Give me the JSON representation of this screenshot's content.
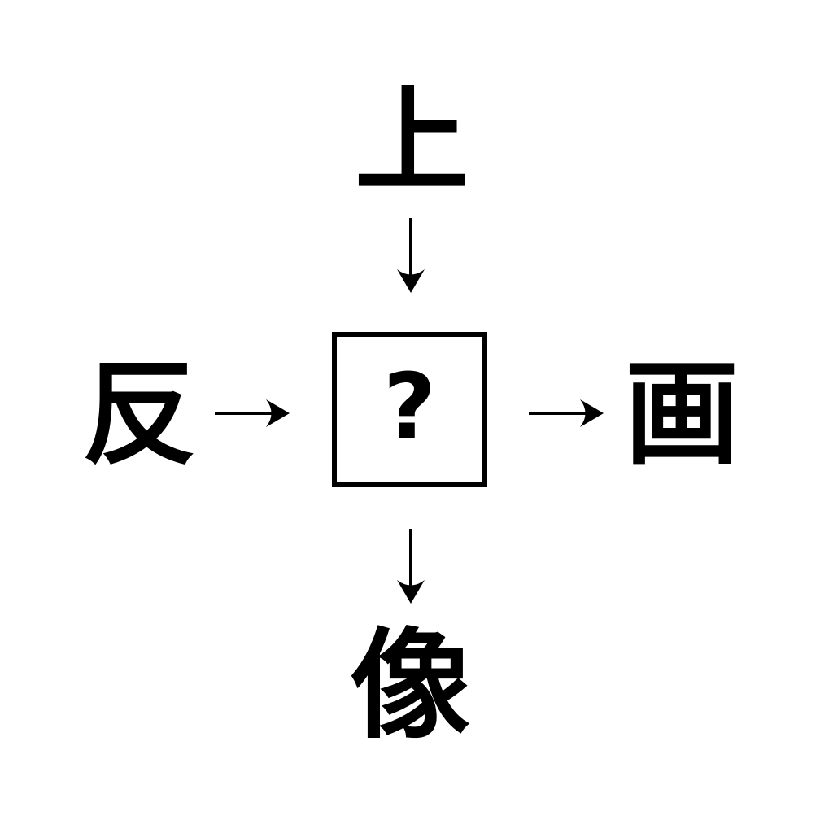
{
  "colors": {
    "ink": "#000000",
    "background": "#ffffff"
  },
  "puzzle": {
    "top_char": "上",
    "left_char": "反",
    "right_char": "画",
    "bottom_char": "像",
    "center_placeholder": "?"
  },
  "icons": {
    "top_to_center": "arrow-down",
    "left_to_center": "arrow-right",
    "center_to_right": "arrow-right",
    "center_to_bottom": "arrow-down"
  }
}
